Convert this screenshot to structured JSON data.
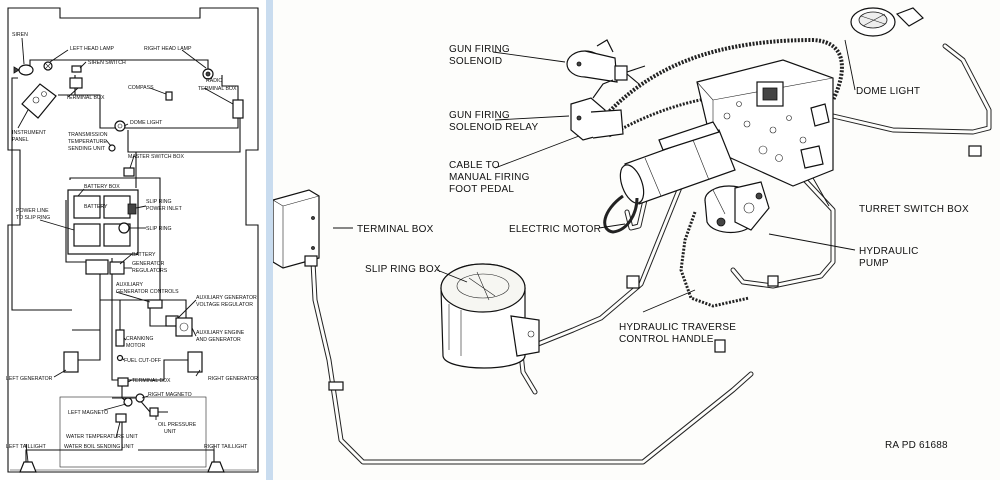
{
  "left_diagram": {
    "labels": [
      "SIREN",
      "LEFT HEAD LAMP",
      "SIREN SWITCH",
      "RIGHT HEAD LAMP",
      "COMPASS",
      "RADIO",
      "TERMINAL BOX",
      "TERMINAL BOX",
      "INSTRUMENT",
      "PANEL",
      "TRANSMISSION",
      "TEMPERATURE",
      "SENDING UNIT",
      "DOME LIGHT",
      "MASTER SWITCH BOX",
      "BATTERY BOX",
      "BATTERY",
      "SLIP RING",
      "POWER INLET",
      "POWER LINE",
      "TO SLIP RING",
      "SLIP RING",
      "BATTERY",
      "GENERATOR",
      "REGULATORS",
      "AUXILIARY",
      "GENERATOR CONTROLS",
      "AUXILIARY GENERATOR",
      "VOLTAGE REGULATOR",
      "AUXILIARY ENGINE",
      "AND GENERATOR",
      "CRANKING",
      "MOTOR",
      "FUEL CUT-OFF",
      "LEFT GENERATOR",
      "TERMINAL BOX",
      "RIGHT GENERATOR",
      "RIGHT MAGNETO",
      "LEFT MAGNETO",
      "OIL PRESSURE",
      "UNIT",
      "WATER TEMPERATURE UNIT",
      "LEFT TAILLIGHT",
      "WATER BOIL SENDING UNIT",
      "RIGHT TAILLIGHT"
    ]
  },
  "right_diagram": {
    "labels": [
      "GUN FIRING",
      "SOLENOID",
      "GUN FIRING",
      "SOLENOID RELAY",
      "CABLE TO",
      "MANUAL FIRING",
      "FOOT PEDAL",
      "DOME LIGHT",
      "TERMINAL BOX",
      "ELECTRIC MOTOR",
      "TURRET SWITCH BOX",
      "HYDRAULIC",
      "PUMP",
      "SLIP RING BOX",
      "HYDRAULIC TRAVERSE",
      "CONTROL HANDLE"
    ],
    "figure_code": "RA PD 61688"
  }
}
